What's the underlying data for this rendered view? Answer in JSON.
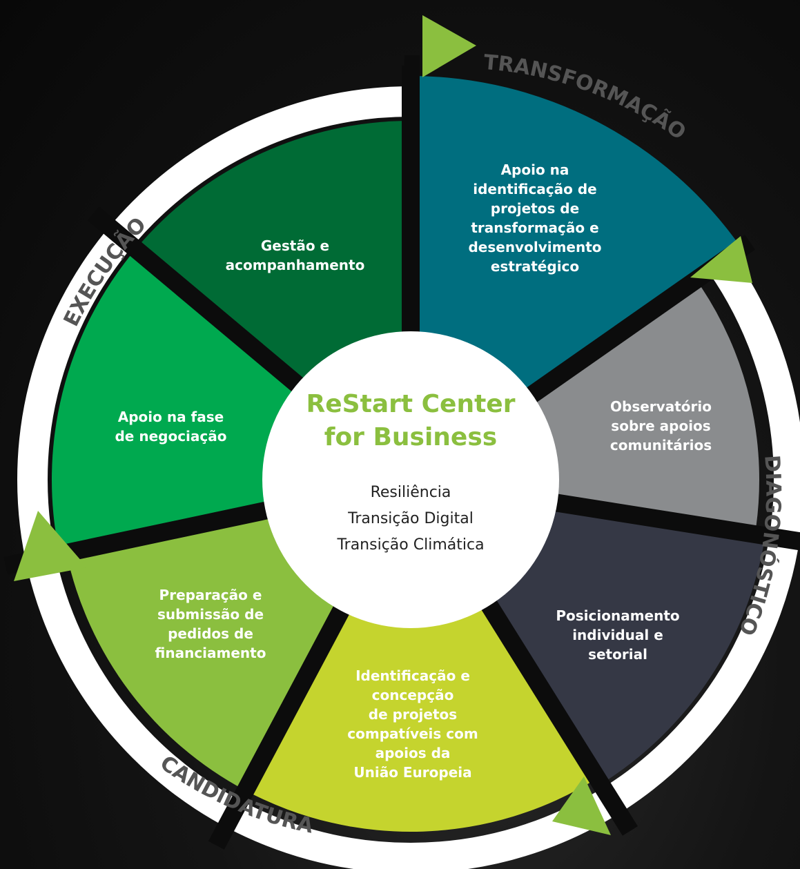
{
  "center": {
    "title_line1": "ReStart Center",
    "title_line2": "for Business",
    "items": [
      "Resiliência",
      "Transição Digital",
      "Transição Climática"
    ]
  },
  "phases": {
    "transformacao": "TRANSFORMAÇÃO",
    "diagnostico": "DIAGONÓSTICO",
    "candidatura": "CANDIDATURA",
    "execucao": "EXECUÇÃO"
  },
  "segments": [
    {
      "id": "transformacao",
      "lines": [
        "Apoio na",
        "identificação de",
        "projetos de",
        "transformação e",
        "desenvolvimento",
        "estratégico"
      ],
      "color": "#006e7f"
    },
    {
      "id": "observatorio",
      "lines": [
        "Observatório",
        "sobre apoios",
        "comunitários"
      ],
      "color": "#8a8c8e"
    },
    {
      "id": "posicionamento",
      "lines": [
        "Posicionamento",
        "individual e",
        "setorial"
      ],
      "color": "#353845"
    },
    {
      "id": "identificacao",
      "lines": [
        "Identificação e",
        "concepção",
        "de projetos",
        "compatíveis com",
        "apoios da",
        "União Europeia"
      ],
      "color": "#c5d42e"
    },
    {
      "id": "preparacao",
      "lines": [
        "Preparação e",
        "submissão de",
        "pedidos de",
        "financiamento"
      ],
      "color": "#8bbf3f"
    },
    {
      "id": "negociacao",
      "lines": [
        "Apoio na fase",
        "de negociação"
      ],
      "color": "#00a94f"
    },
    {
      "id": "gestao",
      "lines": [
        "Gestão e",
        "acompanhamento"
      ],
      "color": "#006b35"
    }
  ],
  "colors": {
    "arrow": "#8bbf3f",
    "ring": "#ffffff",
    "phase_text": "#555555"
  }
}
